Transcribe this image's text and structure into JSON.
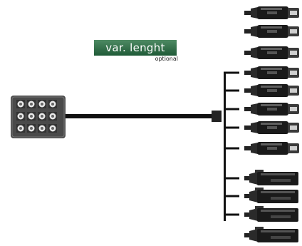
{
  "label": {
    "text": "var. lenght",
    "subtext": "optional"
  },
  "colors": {
    "badge": "#2d6b45",
    "cable": "#111111",
    "connector_body": "#1a1a1a",
    "connector_highlight": "#9a9a9a",
    "panel": "#4a4a4a",
    "socket": "#e8e8e8"
  },
  "connector_panel": {
    "rows": 3,
    "cols": 4
  },
  "breakout": {
    "male_connectors": 8,
    "female_connectors": 4
  },
  "icons": [
    "multipin-panel-icon",
    "xlr-male-connector-icon",
    "xlr-female-connector-icon"
  ]
}
